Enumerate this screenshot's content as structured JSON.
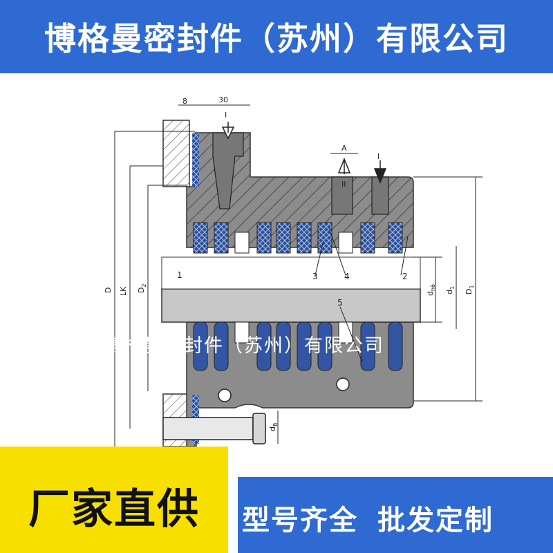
{
  "header": {
    "title": "博格曼密封件（苏州）有限公司",
    "bg_color": "#2e6ad1"
  },
  "watermark": {
    "text": "博格曼密封件（苏州）有限公司"
  },
  "diagram": {
    "dimensions": {
      "width_8": "8",
      "width_30": "30",
      "A": "A",
      "I_left": "I",
      "II": "II",
      "I_right": "I",
      "D": "D",
      "LK": "LK",
      "D2": "D",
      "D2_sub": "2",
      "dh6": "d",
      "dh6_sub": "h6",
      "d1": "d",
      "d1_sub": "1",
      "D1": "D",
      "D1_sub": "1",
      "dB": "d",
      "dB_sub": "B"
    },
    "part_labels": {
      "p1": "1",
      "p2": "2",
      "p3": "3",
      "p4": "4",
      "p5": "5"
    }
  },
  "footer": {
    "slogan": "厂家直供",
    "promo_1": "型号齐全",
    "promo_2": "批发定制",
    "yellow": "#f7e000",
    "blue": "#2e6ad1"
  }
}
